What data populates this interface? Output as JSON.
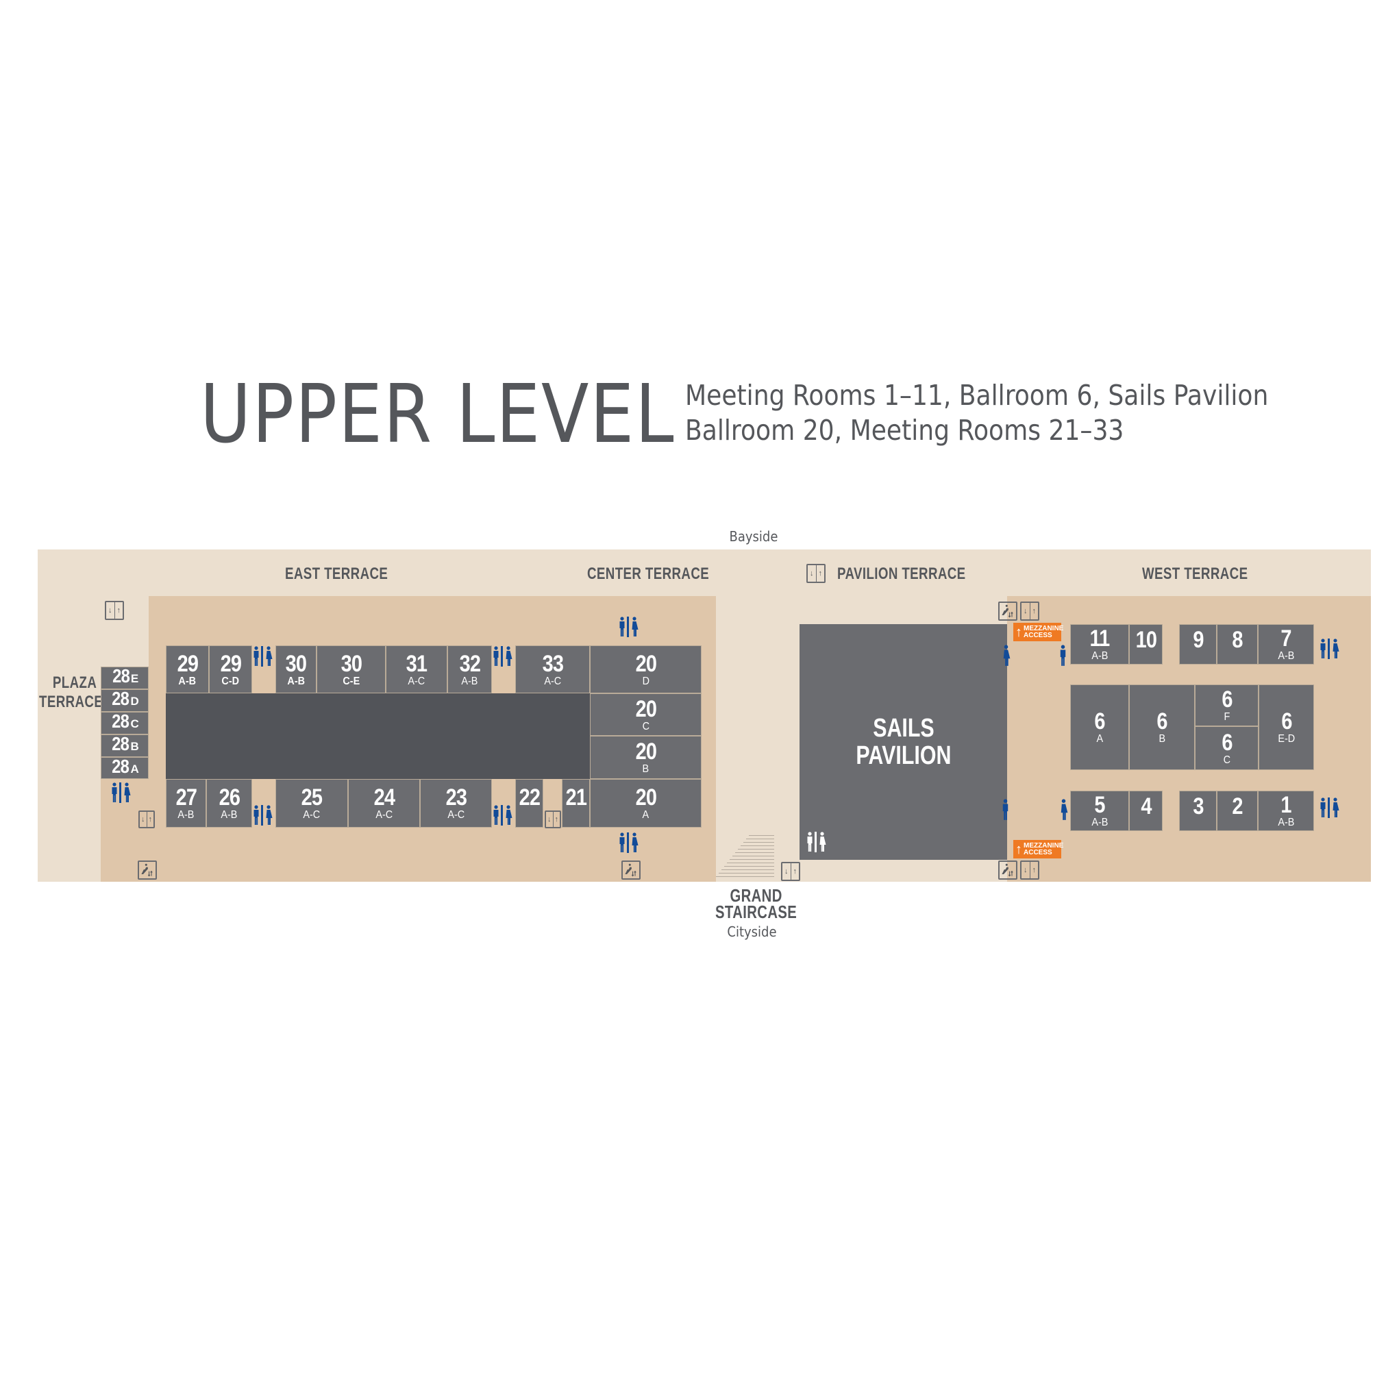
{
  "header": {
    "title": "UPPER LEVEL",
    "subtitle_line1": "Meeting Rooms 1–11, Ballroom 6, Sails Pavilion",
    "subtitle_line2": "Ballroom 20, Meeting Rooms 21–33"
  },
  "orientation": {
    "top": "Bayside",
    "bottom": "Cityside"
  },
  "terraces": {
    "plaza_line1": "PLAZA",
    "plaza_line2": "TERRACE",
    "east": "EAST TERRACE",
    "center": "CENTER TERRACE",
    "pavilion": "PAVILION TERRACE",
    "west": "WEST TERRACE"
  },
  "landmarks": {
    "grand_staircase_line1": "GRAND",
    "grand_staircase_line2": "STAIRCASE",
    "sails_line1": "SAILS",
    "sails_line2": "PAVILION",
    "mezzanine_line1": "MEZZANINE",
    "mezzanine_line2": "ACCESS"
  },
  "colors": {
    "outer_area": "#ebdfcf",
    "inner_area": "#dfc6aa",
    "room": "#6b6c70",
    "core": "#525459",
    "restroom_icon": "#124b98",
    "mezzanine": "#ef7a23",
    "text": "#55575b"
  },
  "icons": {
    "elevator": "elevator-icon",
    "escalator": "escalator-icon",
    "restroom": "restroom-icon",
    "mens_restroom": "mens-restroom-icon",
    "womens_restroom": "womens-restroom-icon"
  },
  "rooms": {
    "r28": [
      {
        "num": "28",
        "suffix": "E"
      },
      {
        "num": "28",
        "suffix": "D"
      },
      {
        "num": "28",
        "suffix": "C"
      },
      {
        "num": "28",
        "suffix": "B"
      },
      {
        "num": "28",
        "suffix": "A"
      }
    ],
    "top_row": [
      {
        "num": "29",
        "sub": "A-B"
      },
      {
        "num": "29",
        "sub": "C-D"
      },
      {
        "num": "30",
        "sub": "A-B"
      },
      {
        "num": "30",
        "sub": "C-E"
      },
      {
        "num": "31",
        "sub": "A-C"
      },
      {
        "num": "32",
        "sub": "A-B"
      },
      {
        "num": "33",
        "sub": "A-C"
      }
    ],
    "bottom_row": [
      {
        "num": "27",
        "sub": "A-B"
      },
      {
        "num": "26",
        "sub": "A-B"
      },
      {
        "num": "25",
        "sub": "A-C"
      },
      {
        "num": "24",
        "sub": "A-C"
      },
      {
        "num": "23",
        "sub": "A-C"
      },
      {
        "num": "22",
        "sub": ""
      },
      {
        "num": "21",
        "sub": ""
      }
    ],
    "ballroom20": [
      {
        "num": "20",
        "sub": "D"
      },
      {
        "num": "20",
        "sub": "C"
      },
      {
        "num": "20",
        "sub": "B"
      },
      {
        "num": "20",
        "sub": "A"
      }
    ],
    "west_top": [
      {
        "num": "11",
        "sub": "A-B"
      },
      {
        "num": "10",
        "sub": ""
      },
      {
        "num": "9",
        "sub": ""
      },
      {
        "num": "8",
        "sub": ""
      },
      {
        "num": "7",
        "sub": "A-B"
      }
    ],
    "ballroom6": [
      {
        "num": "6",
        "sub": "A"
      },
      {
        "num": "6",
        "sub": "B"
      },
      {
        "num": "6",
        "sub": "F"
      },
      {
        "num": "6",
        "sub": "C"
      },
      {
        "num": "6",
        "sub": "E-D"
      }
    ],
    "west_bottom": [
      {
        "num": "5",
        "sub": "A-B"
      },
      {
        "num": "4",
        "sub": ""
      },
      {
        "num": "3",
        "sub": ""
      },
      {
        "num": "2",
        "sub": ""
      },
      {
        "num": "1",
        "sub": "A-B"
      }
    ]
  },
  "glyphs": {
    "down_arrow": "↓",
    "up_arrow": "↑",
    "mezz_arrow": "↑"
  }
}
